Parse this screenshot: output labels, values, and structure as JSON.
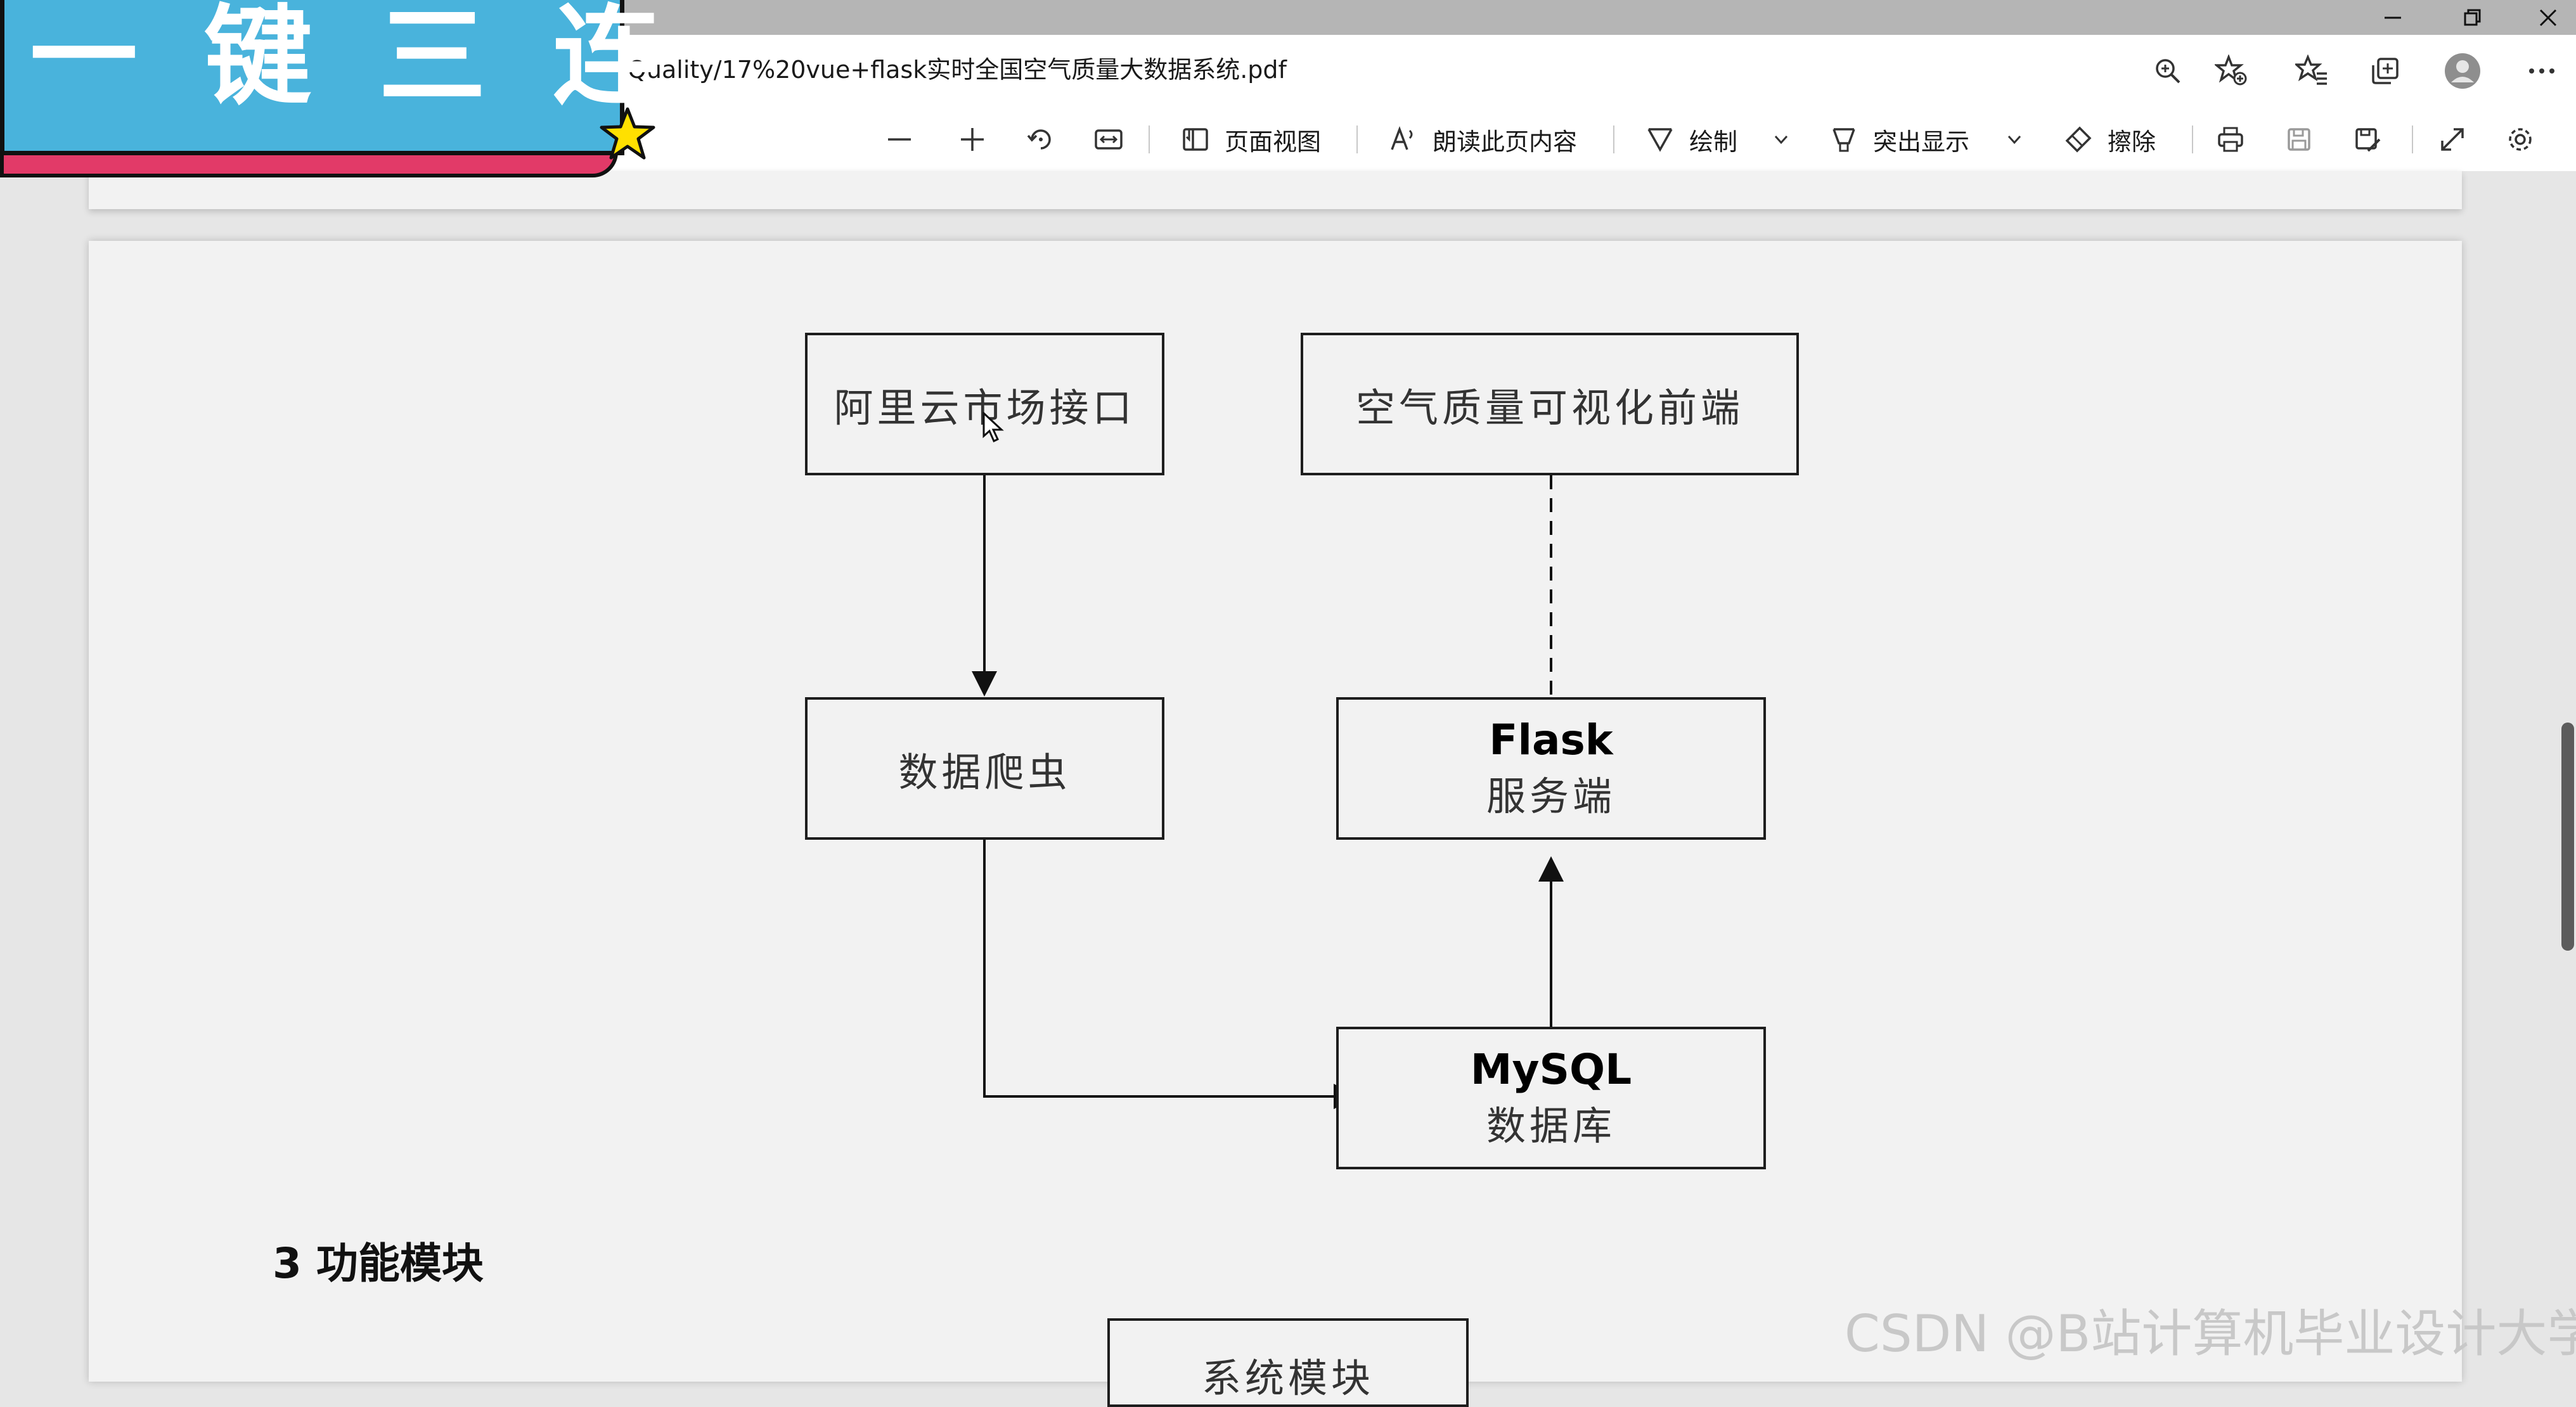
{
  "browser": {
    "address_url": "Quality/17%20vue+flask实时全国空气质量大数据系统.pdf"
  },
  "toolbar": {
    "page_view_label": "页面视图",
    "read_aloud_label": "朗读此页内容",
    "draw_label": "绘制",
    "highlight_label": "突出显示",
    "erase_label": "擦除"
  },
  "overlay": {
    "banner_text": "一键三连"
  },
  "diagram": {
    "node_aliyun": "阿里云市场接口",
    "node_frontend": "空气质量可视化前端",
    "node_crawler": "数据爬虫",
    "node_flask_title": "Flask",
    "node_flask_sub": "服务端",
    "node_mysql_title": "MySQL",
    "node_mysql_sub": "数据库",
    "node_system_partial": "系统模块"
  },
  "document": {
    "section_heading": "3 功能模块"
  },
  "watermark": "CSDN @B站计算机毕业设计大学",
  "icons": [
    "minimize-icon",
    "restore-icon",
    "close-icon",
    "zoom-icon",
    "favorite-add-icon",
    "favorites-icon",
    "collections-icon",
    "profile-icon",
    "more-icon",
    "zoom-out-icon",
    "zoom-in-icon",
    "rotate-icon",
    "fit-width-icon",
    "page-view-icon",
    "read-aloud-icon",
    "draw-icon",
    "highlight-icon",
    "erase-icon",
    "print-icon",
    "save-icon",
    "save-as-icon",
    "fullscreen-icon",
    "settings-icon",
    "star-icon"
  ]
}
